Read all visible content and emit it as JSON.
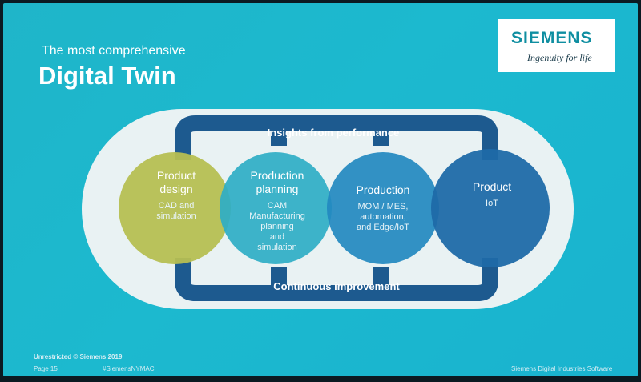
{
  "header": {
    "subtitle": "The most comprehensive",
    "title": "Digital Twin"
  },
  "logo": {
    "brand": "SIEMENS",
    "tagline": "Ingenuity for life"
  },
  "diagram": {
    "top_bar_label": "Insights from performance",
    "bottom_bar_label": "Continuous improvement",
    "stages": [
      {
        "title_lines": [
          "Product",
          "design"
        ],
        "sub_lines": [
          "CAD and",
          "simulation"
        ],
        "color": "#b6bf52"
      },
      {
        "title_lines": [
          "Production",
          "planning"
        ],
        "sub_lines": [
          "CAM",
          "Manufacturing",
          "planning",
          "and",
          "simulation"
        ],
        "color": "#2eaec6"
      },
      {
        "title_lines": [
          "Production"
        ],
        "sub_lines": [
          "MOM / MES,",
          "automation,",
          "and Edge/IoT"
        ],
        "color": "#2289c0"
      },
      {
        "title_lines": [
          "Product"
        ],
        "sub_lines": [
          "IoT"
        ],
        "color": "#1f6aa8"
      }
    ],
    "colors": {
      "loop_track": "#e9f2f3",
      "bar": "#1d5a8f"
    }
  },
  "footer": {
    "classification": "Unrestricted © Siemens 2019",
    "page": "Page 15",
    "hashtag": "#SiemensNYMAC",
    "company": "Siemens Digital Industries Software"
  }
}
